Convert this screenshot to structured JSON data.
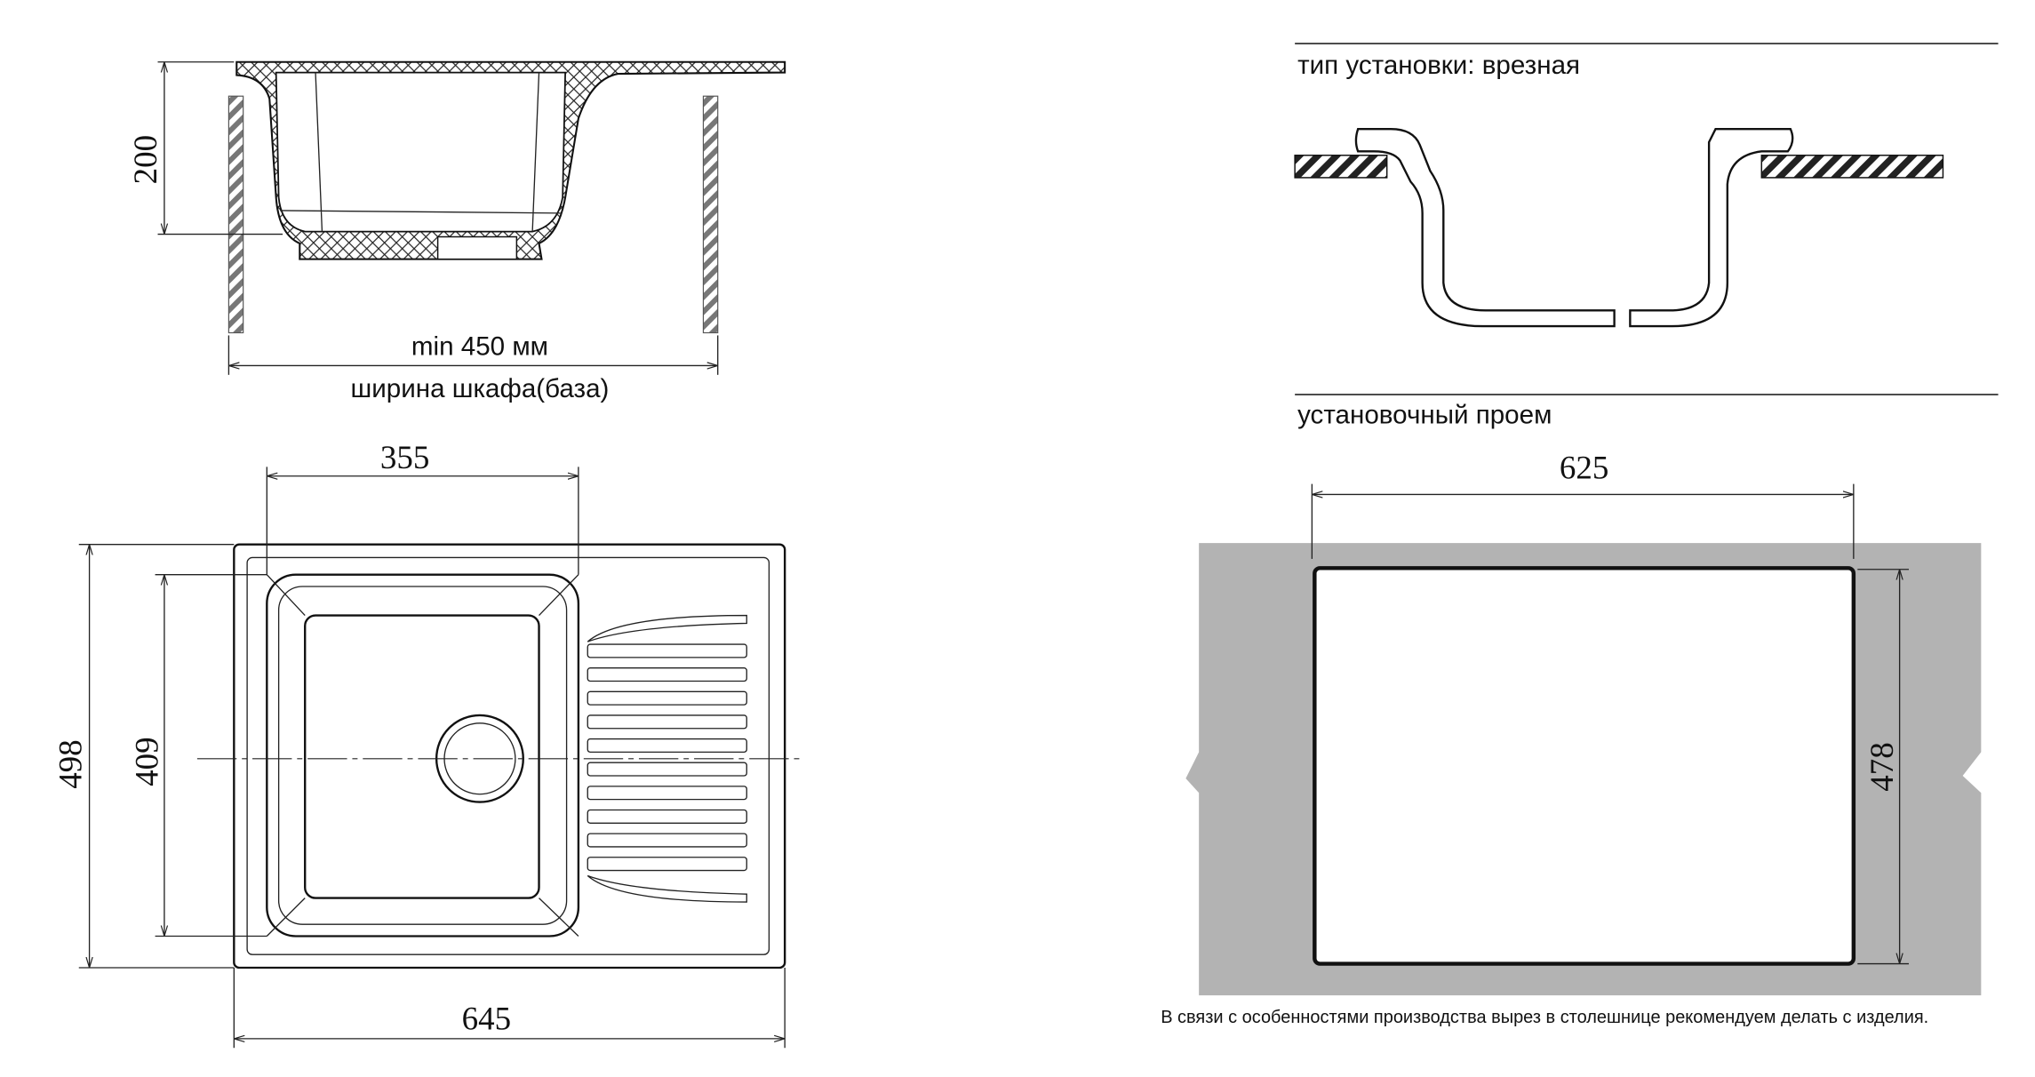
{
  "section_view": {
    "depth_dim": "200",
    "cabinet_min": "min 450 мм",
    "cabinet_label": "ширина шкафа(база)"
  },
  "plan_view": {
    "bowl_width_dim": "355",
    "overall_depth_dim": "498",
    "bowl_depth_dim": "409",
    "overall_width_dim": "645"
  },
  "install_type": {
    "label": "тип установки: врезная"
  },
  "cutout": {
    "label": "установочный проем",
    "width_dim": "625",
    "height_dim": "478",
    "note": "В связи с особенностями производства вырез в столешнице рекомендуем делать с изделия."
  },
  "colors": {
    "line": "#111111",
    "countertop": "#b3b3b3",
    "background": "#ffffff"
  }
}
